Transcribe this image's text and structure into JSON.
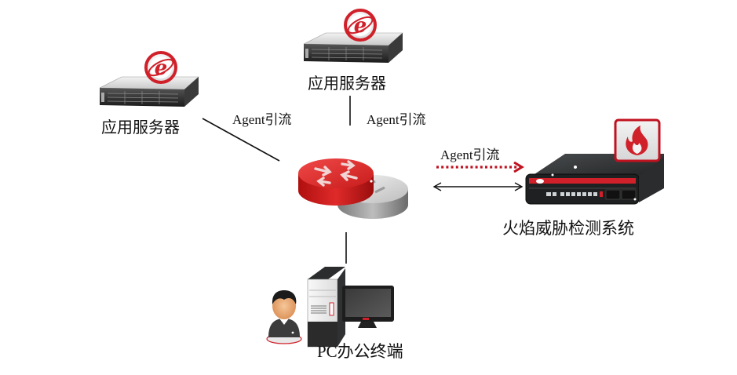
{
  "diagram": {
    "nodes": {
      "server_left": {
        "label": "应用服务器",
        "icon": "ie-browser-icon"
      },
      "server_top": {
        "label": "应用服务器",
        "icon": "ie-browser-icon"
      },
      "router": {
        "label": ""
      },
      "detection_system": {
        "label": "火焰威胁检测系统",
        "icon": "flame-icon"
      },
      "pc_terminal": {
        "label": "PC办公终端"
      }
    },
    "edges": {
      "left_to_router": {
        "label": "Agent引流"
      },
      "top_to_router": {
        "label": "Agent引流"
      },
      "router_to_detection": {
        "label": "Agent引流",
        "style": "dotted-arrow",
        "color": "#c0121f"
      },
      "router_detection_bidirectional": {
        "label": ""
      },
      "router_to_pc": {
        "label": ""
      }
    },
    "colors": {
      "accent_red": "#d0212a",
      "dark_device": "#2b2d2e",
      "line": "#111111"
    }
  }
}
